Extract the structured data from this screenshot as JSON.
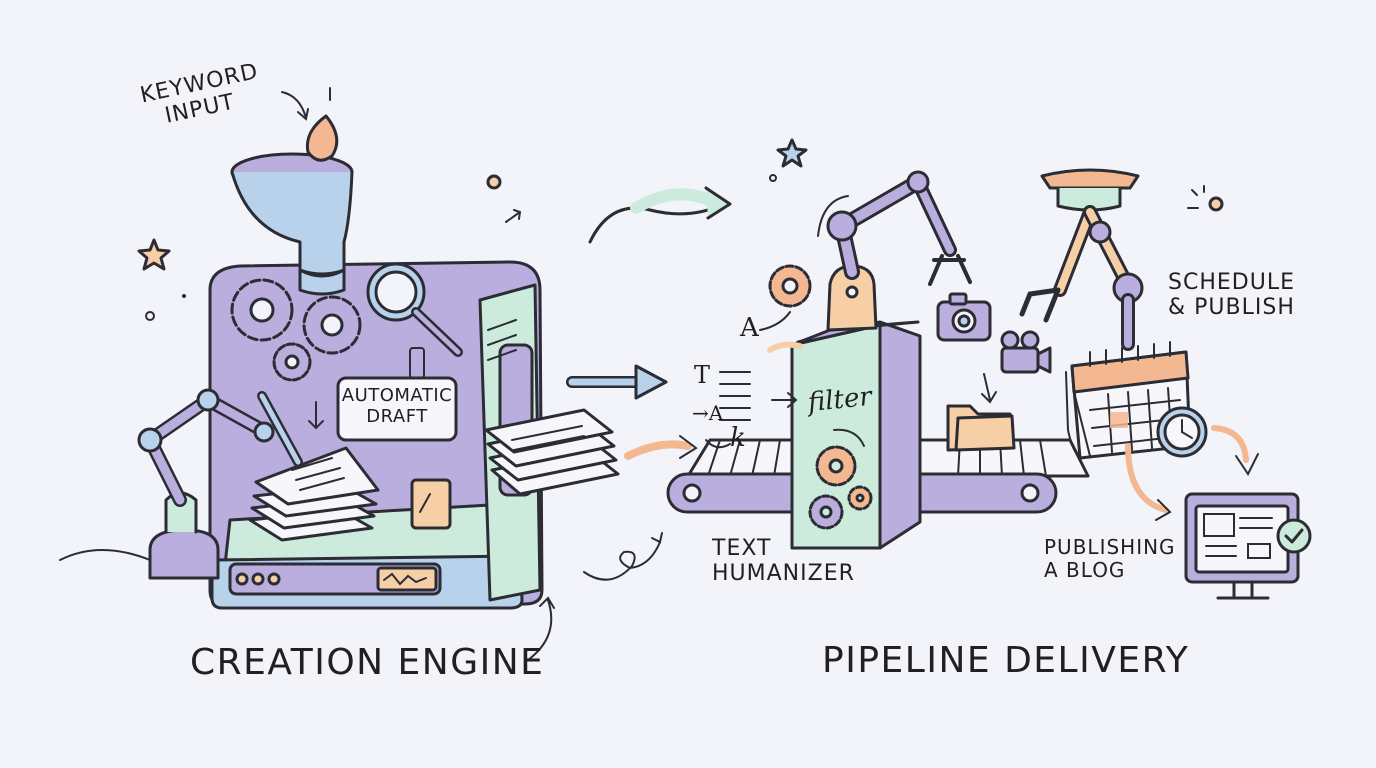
{
  "labels": {
    "keyword_input": [
      "KEYWORD",
      "INPUT"
    ],
    "automatic_draft": [
      "AUTOMATIC",
      "DRAFT"
    ],
    "filter": "filter",
    "text_humanizer": [
      "TEXT",
      "HUMANIZER"
    ],
    "schedule_publish": [
      "SCHEDULE",
      "& PUBLISH"
    ],
    "publishing_blog": [
      "PUBLISHING",
      "A BLOG"
    ],
    "creation_engine": "CREATION ENGINE",
    "pipeline_delivery": "PIPELINE DELIVERY",
    "glyph_a": "A",
    "glyph_t": "T",
    "glyph_arrow_a": "→A",
    "glyph_k": "k"
  },
  "colors": {
    "background": "#f3f4f9",
    "purple": "#b9aede",
    "mint": "#cdebdd",
    "blue": "#b9d2ec",
    "orange": "#f3b891",
    "peach": "#f6cfa6",
    "ink": "#2c2c34"
  }
}
